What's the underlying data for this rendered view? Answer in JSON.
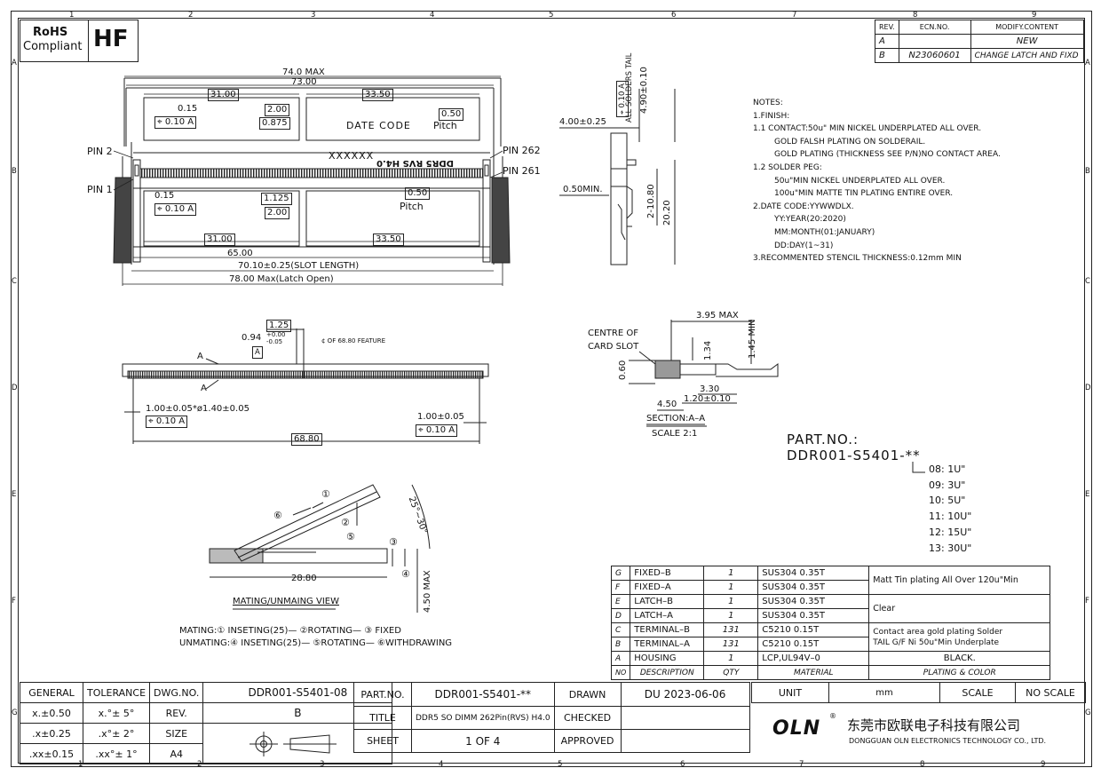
{
  "border": {
    "cols_top": [
      "1",
      "2",
      "3",
      "4",
      "5",
      "6",
      "7",
      "8",
      "9"
    ],
    "cols_bottom": [
      "1",
      "2",
      "3",
      "4",
      "5",
      "6",
      "7",
      "8",
      "9"
    ],
    "rows": [
      "A",
      "B",
      "C",
      "D",
      "E",
      "F",
      "G"
    ]
  },
  "badge": {
    "rohs_line1": "RoHS",
    "rohs_line2": "Compliant",
    "hf": "HF"
  },
  "revisions": {
    "headers": [
      "REV.",
      "ECN.NO.",
      "MODIFY.CONTENT"
    ],
    "rows": [
      {
        "rev": "A",
        "ecn": "",
        "content": "NEW"
      },
      {
        "rev": "B",
        "ecn": "N23060601",
        "content": "CHANGE LATCH AND FIXD"
      }
    ]
  },
  "top_view": {
    "d_max": "74.0 MAX",
    "d_73": "73.00",
    "d_31_top": "31.00",
    "d_3350_top": "33.50",
    "d_015_top": "0.15",
    "tol_top": [
      "0.10",
      "A"
    ],
    "d_200_top": "2.00",
    "d_0875": "0.875",
    "date_code": "DATE CODE",
    "pitch_top": "0.50",
    "pitch_label_top": "Pitch",
    "xxxxxx": "XXXXXX",
    "part_marking": "DDR5 RVS H4.0",
    "pin2": "PIN 2",
    "pin1": "PIN 1",
    "pin262": "PIN 262",
    "pin261": "PIN 261",
    "d_015_bot": "0.15",
    "tol_bot": [
      "0.10",
      "A"
    ],
    "d_1125": "1.125",
    "d_200_bot": "2.00",
    "pitch_bot": "0.50",
    "pitch_label_bot": "Pitch",
    "d_31_bot": "31.00",
    "d_3350_bot": "33.50",
    "d_65": "65.00",
    "slot_length": "70.10±0.25(SLOT LENGTH)",
    "latch_open": "78.00 Max(Latch Open)"
  },
  "side_view": {
    "d_4": "4.00±0.25",
    "d_050min": "0.50MIN.",
    "d_490": "4.90±0.10",
    "d_210": "2-10.80",
    "d_2020": "20.20",
    "tail": "ALL SOLDERS TAIL",
    "tol": [
      "0.10",
      "A"
    ]
  },
  "notes": {
    "lines": [
      "NOTES:",
      "1.FINISH:",
      "1.1  CONTACT:50u\" MIN NICKEL UNDERPLATED ALL OVER.",
      "GOLD FALSH PLATING ON SOLDERAIL.",
      "GOLD PLATING (THICKNESS SEE P/N)NO CONTACT AREA.",
      "1.2  SOLDER PEG:",
      "50u\"MIN NICKEL UNDERPLATED ALL OVER.",
      "100u\"MIN MATTE TIN PLATING ENTIRE OVER.",
      "2.DATE CODE:YYWWDLX.",
      "YY:YEAR(20:2020)",
      "MM:MONTH(01:JANUARY)",
      "DD:DAY(1~31)",
      "3.RECOMMENTED STENCIL THICKNESS:0.12mm MIN"
    ]
  },
  "front_view": {
    "d_125": "1.25",
    "d_094": "0.94",
    "d_094_tol_up": "+0.00",
    "d_094_tol_dn": "-0.05",
    "datum_a": "A",
    "feature": "¢ OF 68.80 FEATURE",
    "a_top": "A",
    "a_bot": "A",
    "d_left": "1.00±0.05*ø1.40±0.05",
    "tol_left": [
      "0.10",
      "A"
    ],
    "d_right": "1.00±0.05",
    "tol_right": [
      "0.10",
      "A"
    ],
    "d_6880": "68.80"
  },
  "section": {
    "centre_1": "CENTRE OF",
    "centre_2": "CARD SLOT",
    "d_395": "3.95 MAX",
    "d_145": "1.45 MIN",
    "d_134": "1.34",
    "d_060": "0.60",
    "d_330": "3.30",
    "d_120": "1.20±0.10",
    "d_450": "4.50",
    "title": "SECTION:A–A",
    "scale": "SCALE 2:1"
  },
  "part_no": {
    "label": "PART.NO.:",
    "code": "DDR001-S5401-**",
    "options": [
      "08:  1U\"",
      "09:  3U\"",
      "10:  5U\"",
      "11:  10U\"",
      "12:  15U\"",
      "13:  30U\""
    ]
  },
  "mating": {
    "angle": "25°~30°",
    "c1": "①",
    "c2": "②",
    "c3": "③",
    "c4": "④",
    "c5": "⑤",
    "c6": "⑥",
    "d_2880": "28.80",
    "d_450max": "4.50 MAX",
    "view_title": "MATING/UNMAING VIEW",
    "mating_line": "MATING:① INSETING(25)— ②ROTATING— ③ FIXED",
    "unmating_line": "UNMATING:④ INSETING(25)— ⑤ROTATING— ⑥WITHDRAWING"
  },
  "bom": {
    "rows": [
      {
        "no": "G",
        "desc": "FIXED–B",
        "qty": "1",
        "mat": "SUS304  0.35T"
      },
      {
        "no": "F",
        "desc": "FIXED–A",
        "qty": "1",
        "mat": "SUS304  0.35T"
      },
      {
        "no": "E",
        "desc": "LATCH–B",
        "qty": "1",
        "mat": "SUS304  0.35T"
      },
      {
        "no": "D",
        "desc": "LATCH–A",
        "qty": "1",
        "mat": "SUS304  0.35T"
      },
      {
        "no": "C",
        "desc": "TERMINAL–B",
        "qty": "131",
        "mat": "C5210  0.15T"
      },
      {
        "no": "B",
        "desc": "TERMINAL–A",
        "qty": "131",
        "mat": "C5210  0.15T"
      },
      {
        "no": "A",
        "desc": "HOUSING",
        "qty": "1",
        "mat": "LCP,UL94V–0"
      }
    ],
    "headers": {
      "no": "NO",
      "desc": "DESCRIPTION",
      "qty": "QTY",
      "mat": "MATERIAL",
      "plating": "PLATING & COLOR"
    },
    "plating_1": "Matt Tin plating All Over 120u\"Min",
    "plating_2": "Clear",
    "plating_3a": "Contact area gold plating Solder",
    "plating_3b": "TAIL G/F Ni 50u\"Min Underplate",
    "plating_4": "BLACK."
  },
  "title_block": {
    "general": "GENERAL",
    "tolerance": "TOLERANCE",
    "t1a": "x.±0.50",
    "t1b": "x.°± 5°",
    "t2a": ".x±0.25",
    "t2b": ".x°± 2°",
    "t3a": ".xx±0.15",
    "t3b": ".xx°± 1°",
    "dwg_no_label": "DWG.NO.",
    "dwg_no": "DDR001-S5401-08",
    "rev_label": "REV.",
    "rev": "B",
    "size_label": "SIZE",
    "size": "A4",
    "part_no_label": "PART.NO.",
    "part_no": "DDR001-S5401-**",
    "title_label": "TITLE",
    "title": "DDR5 SO DIMM 262Pin(RVS) H4.0",
    "sheet_label": "SHEET",
    "sheet": "1 OF 4",
    "drawn_label": "DRAWN",
    "drawn": "DU 2023-06-06",
    "checked_label": "CHECKED",
    "approved_label": "APPROVED",
    "unit_label": "UNIT",
    "unit": "mm",
    "scale_label": "SCALE",
    "scale": "NO SCALE",
    "company_logo": "OLN",
    "company_cn": "东莞市欧联电子科技有限公司",
    "company_en": "DONGGUAN OLN ELECTRONICS TECHNOLOGY CO., LTD."
  }
}
